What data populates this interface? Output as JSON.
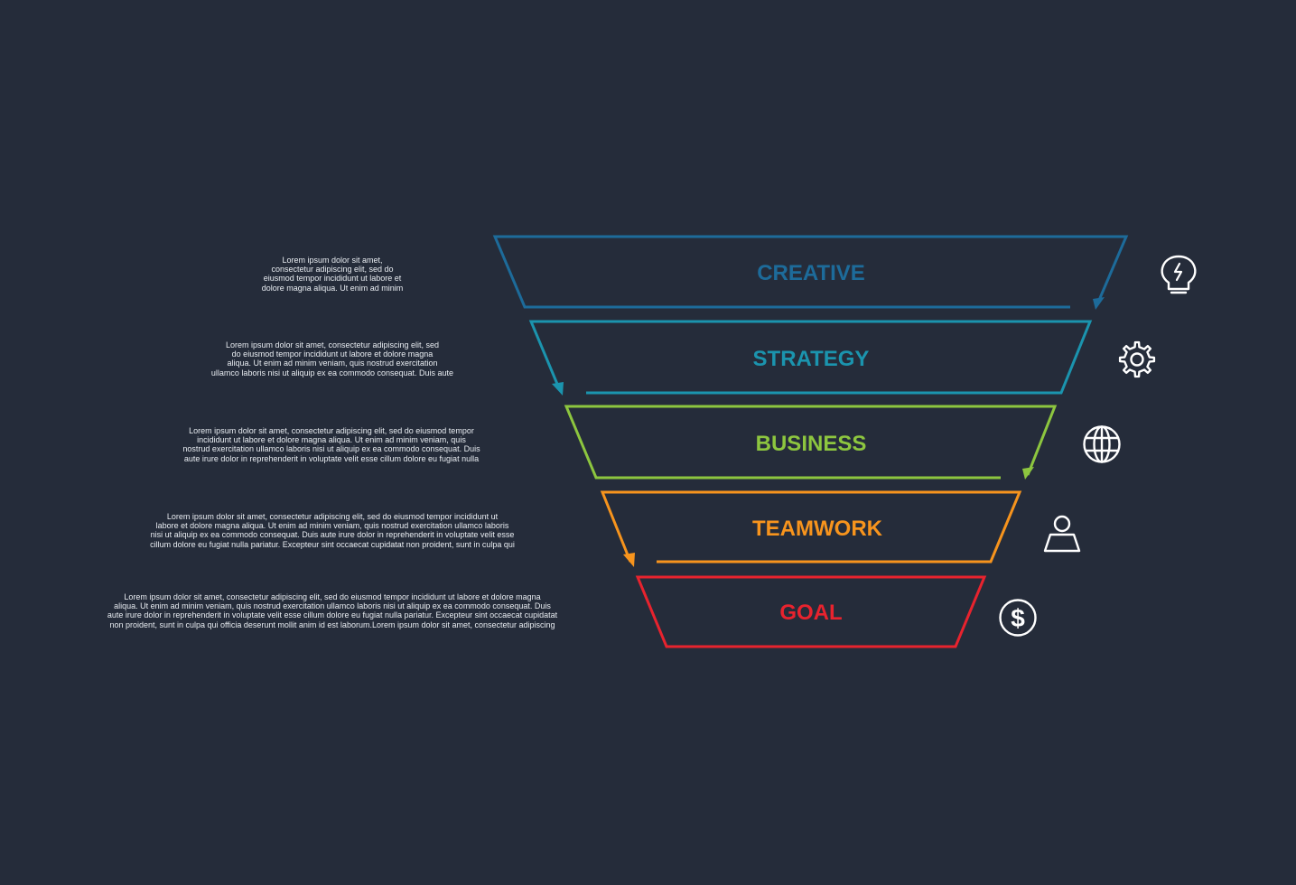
{
  "background_color": "#252c3a",
  "stages": [
    {
      "label": "CREATIVE",
      "color": "#1d6b9a",
      "icon": "lightbulb-icon",
      "description": [
        "Lorem ipsum dolor sit amet,",
        "consectetur adipiscing elit, sed do",
        "eiusmod tempor incididunt ut labore et",
        "dolore magna aliqua. Ut enim ad minim"
      ]
    },
    {
      "label": "STRATEGY",
      "color": "#1b94ae",
      "icon": "gear-icon",
      "description": [
        "Lorem ipsum dolor sit amet, consectetur adipiscing elit, sed",
        "do eiusmod tempor incididunt ut labore et dolore magna",
        "aliqua. Ut enim ad minim veniam, quis nostrud exercitation",
        "ullamco laboris nisi ut aliquip ex ea commodo consequat. Duis aute"
      ]
    },
    {
      "label": "BUSINESS",
      "color": "#8dc63f",
      "icon": "globe-icon",
      "description": [
        "Lorem ipsum dolor sit amet, consectetur adipiscing elit, sed do eiusmod tempor",
        "incididunt ut labore et dolore magna aliqua. Ut enim ad minim veniam, quis",
        "nostrud exercitation ullamco laboris nisi ut aliquip ex ea commodo consequat. Duis",
        "aute irure dolor in reprehenderit in voluptate velit esse cillum dolore eu fugiat nulla"
      ]
    },
    {
      "label": "TEAMWORK",
      "color": "#f7941d",
      "icon": "user-icon",
      "description": [
        "Lorem ipsum dolor sit amet, consectetur adipiscing elit, sed do eiusmod tempor incididunt ut",
        "labore et dolore magna aliqua. Ut enim ad minim veniam, quis nostrud exercitation ullamco laboris",
        "nisi ut aliquip ex ea commodo consequat. Duis aute irure dolor in reprehenderit in voluptate velit esse",
        "cillum dolore eu fugiat nulla pariatur. Excepteur sint occaecat cupidatat non proident, sunt in culpa qui"
      ]
    },
    {
      "label": "GOAL",
      "color": "#e8232e",
      "icon": "dollar-icon",
      "description": [
        "Lorem ipsum dolor sit amet, consectetur adipiscing elit, sed do eiusmod tempor incididunt ut labore et dolore magna",
        "aliqua. Ut enim ad minim veniam, quis nostrud exercitation ullamco laboris nisi ut aliquip ex ea commodo consequat. Duis",
        "aute irure dolor in reprehenderit in voluptate velit esse cillum dolore eu fugiat nulla pariatur. Excepteur sint occaecat cupidatat",
        "non proident, sunt in culpa qui officia deserunt mollit anim id est laborum.Lorem ipsum dolor sit amet, consectetur adipiscing"
      ]
    }
  ],
  "icons": {
    "dollar_glyph": "$"
  }
}
